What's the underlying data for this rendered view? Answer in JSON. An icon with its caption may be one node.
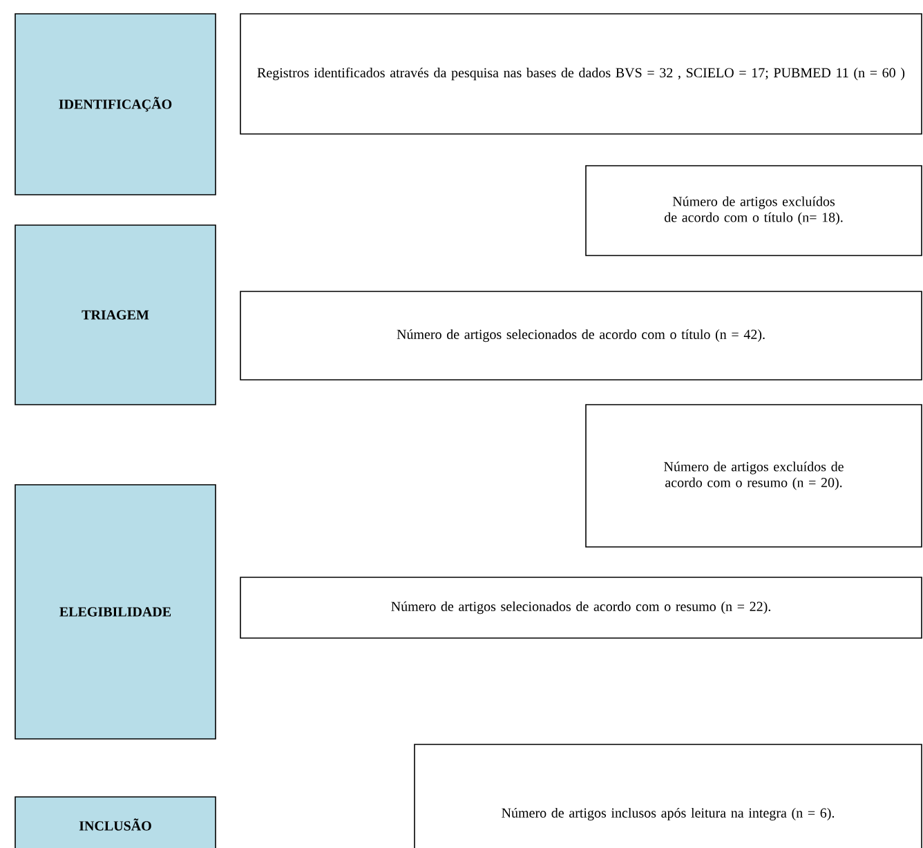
{
  "diagram": {
    "nodes": [
      {
        "text": [
          "IDENTIFICAÇÃO"
        ]
      },
      {
        "text": [
          "Registros identificados através da pesquisa nas bases de dados  BVS = 32 , SCIELO = 17; PUBMED 11 (n = 60 )"
        ]
      },
      {
        "text": [
          "Número de artigos excluídos de acordo com o título (n= 18)."
        ]
      },
      {
        "text": [
          "TRIAGEM"
        ]
      },
      {
        "text": [
          "Número de artigos selecionados de acordo com o título (n = 42)."
        ]
      },
      {
        "text": [
          "Número de artigos excluídos de acordo com o resumo (n = 20)."
        ]
      },
      {
        "text": [
          "ELEGIBILIDADE"
        ]
      },
      {
        "text": [
          "Número de artigos selecionados de acordo com o resumo (n = 22)."
        ]
      },
      {
        "text": [
          "Número de artigos inclusos após leitura na integra (n = 6)."
        ]
      },
      {
        "text": [
          "INCLUSÃO"
        ]
      }
    ]
  }
}
